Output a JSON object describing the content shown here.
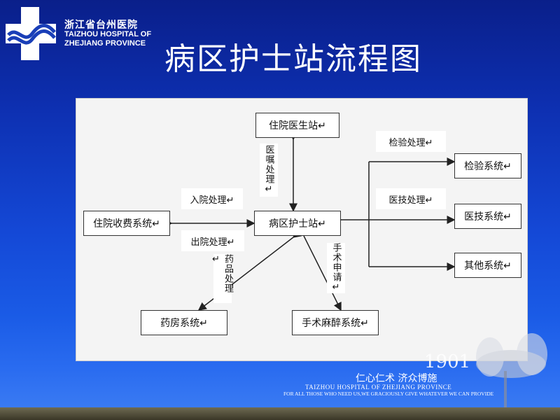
{
  "header": {
    "hospital_cn": "浙江省台州医院",
    "hospital_en_line1": "TAIZHOU HOSPITAL OF",
    "hospital_en_line2": "ZHEJIANG PROVINCE",
    "slide_title": "病区护士站流程图"
  },
  "diagram": {
    "nodes": {
      "doctor_station": "住院医生站↵",
      "nurse_station": "病区护士站↵",
      "billing_system": "住院收费系统↵",
      "pharmacy_system": "药房系统↵",
      "surgery_system": "手术麻醉系统↵",
      "lab_system": "检验系统↵",
      "medtech_system": "医技系统↵",
      "other_system": "其他系统↵"
    },
    "edge_labels": {
      "orders": "医嘱处理↵",
      "admission": "入院处理↵",
      "discharge": "出院处理↵",
      "drug": "药品处理↵",
      "surgery_request": "手术申请↵",
      "lab_processing": "检验处理↵",
      "medtech_processing": "医技处理↵"
    }
  },
  "footer": {
    "year": "1901",
    "motto": "仁心仁术 济众博施",
    "en_line1": "TAIZHOU HOSPITAL OF ZHEJIANG PROVINCE",
    "en_line2": "FOR ALL THOSE WHO NEED US,WE GRACIOUSLY GIVE WHATEVER WE CAN PROVIDE"
  },
  "colors": {
    "background_top": "#0a1f8a",
    "background_bottom": "#3f7ff4",
    "panel": "#f4f4f4",
    "text_light": "#ffffff",
    "arrow": "#222222"
  }
}
